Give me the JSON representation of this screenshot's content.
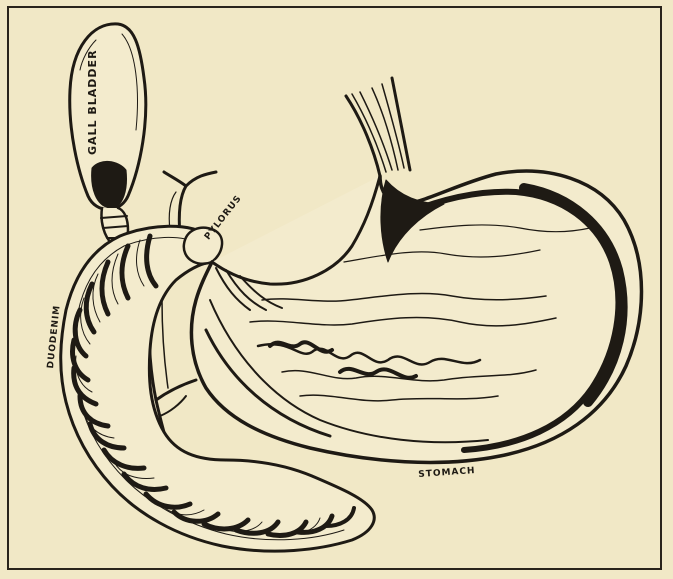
{
  "labels": {
    "gall_bladder": "GALL BLADDER",
    "pylorus": "PYLORUS",
    "duodenum": "DUODENIM",
    "stomach": "STOMACH"
  },
  "colors": {
    "paper": "#f1e8c6",
    "ink": "#1e1a14"
  }
}
